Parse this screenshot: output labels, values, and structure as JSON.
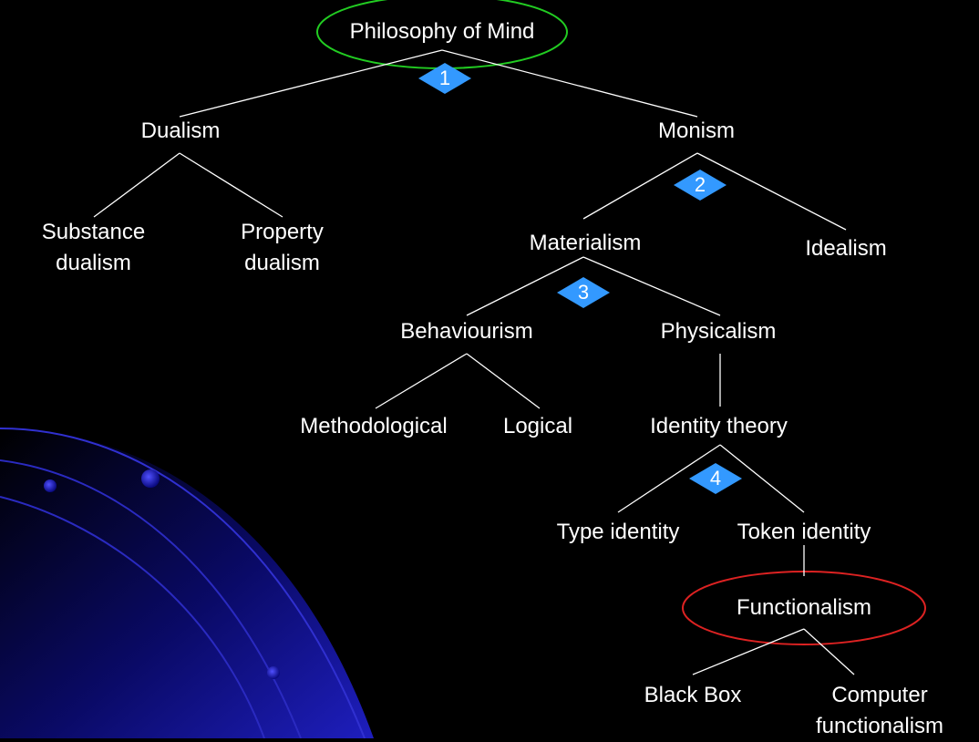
{
  "diagram": {
    "nodes": {
      "philosophy_of_mind": "Philosophy of Mind",
      "dualism": "Dualism",
      "monism": "Monism",
      "substance_dualism": [
        "Substance",
        "dualism"
      ],
      "property_dualism": [
        "Property",
        "dualism"
      ],
      "materialism": "Materialism",
      "idealism": "Idealism",
      "behaviourism": "Behaviourism",
      "physicalism": "Physicalism",
      "methodological": "Methodological",
      "logical": "Logical",
      "identity_theory": "Identity theory",
      "type_identity": "Type identity",
      "token_identity": "Token identity",
      "functionalism": "Functionalism",
      "black_box": "Black Box",
      "computer_functionalism": [
        "Computer",
        "functionalism"
      ]
    },
    "markers": [
      "1",
      "2",
      "3",
      "4"
    ],
    "edges": [
      [
        "philosophy_of_mind",
        "dualism"
      ],
      [
        "philosophy_of_mind",
        "monism"
      ],
      [
        "dualism",
        "substance_dualism"
      ],
      [
        "dualism",
        "property_dualism"
      ],
      [
        "monism",
        "materialism"
      ],
      [
        "monism",
        "idealism"
      ],
      [
        "materialism",
        "behaviourism"
      ],
      [
        "materialism",
        "physicalism"
      ],
      [
        "behaviourism",
        "methodological"
      ],
      [
        "behaviourism",
        "logical"
      ],
      [
        "physicalism",
        "identity_theory"
      ],
      [
        "identity_theory",
        "type_identity"
      ],
      [
        "identity_theory",
        "token_identity"
      ],
      [
        "token_identity",
        "functionalism"
      ],
      [
        "functionalism",
        "black_box"
      ],
      [
        "functionalism",
        "computer_functionalism"
      ]
    ],
    "colors": {
      "background": "#000000",
      "text": "#ffffff",
      "root_ellipse": "#22cc22",
      "highlight_ellipse": "#dd2222",
      "marker_fill": "#3399ff",
      "decoration": "#1a1aa0"
    }
  }
}
